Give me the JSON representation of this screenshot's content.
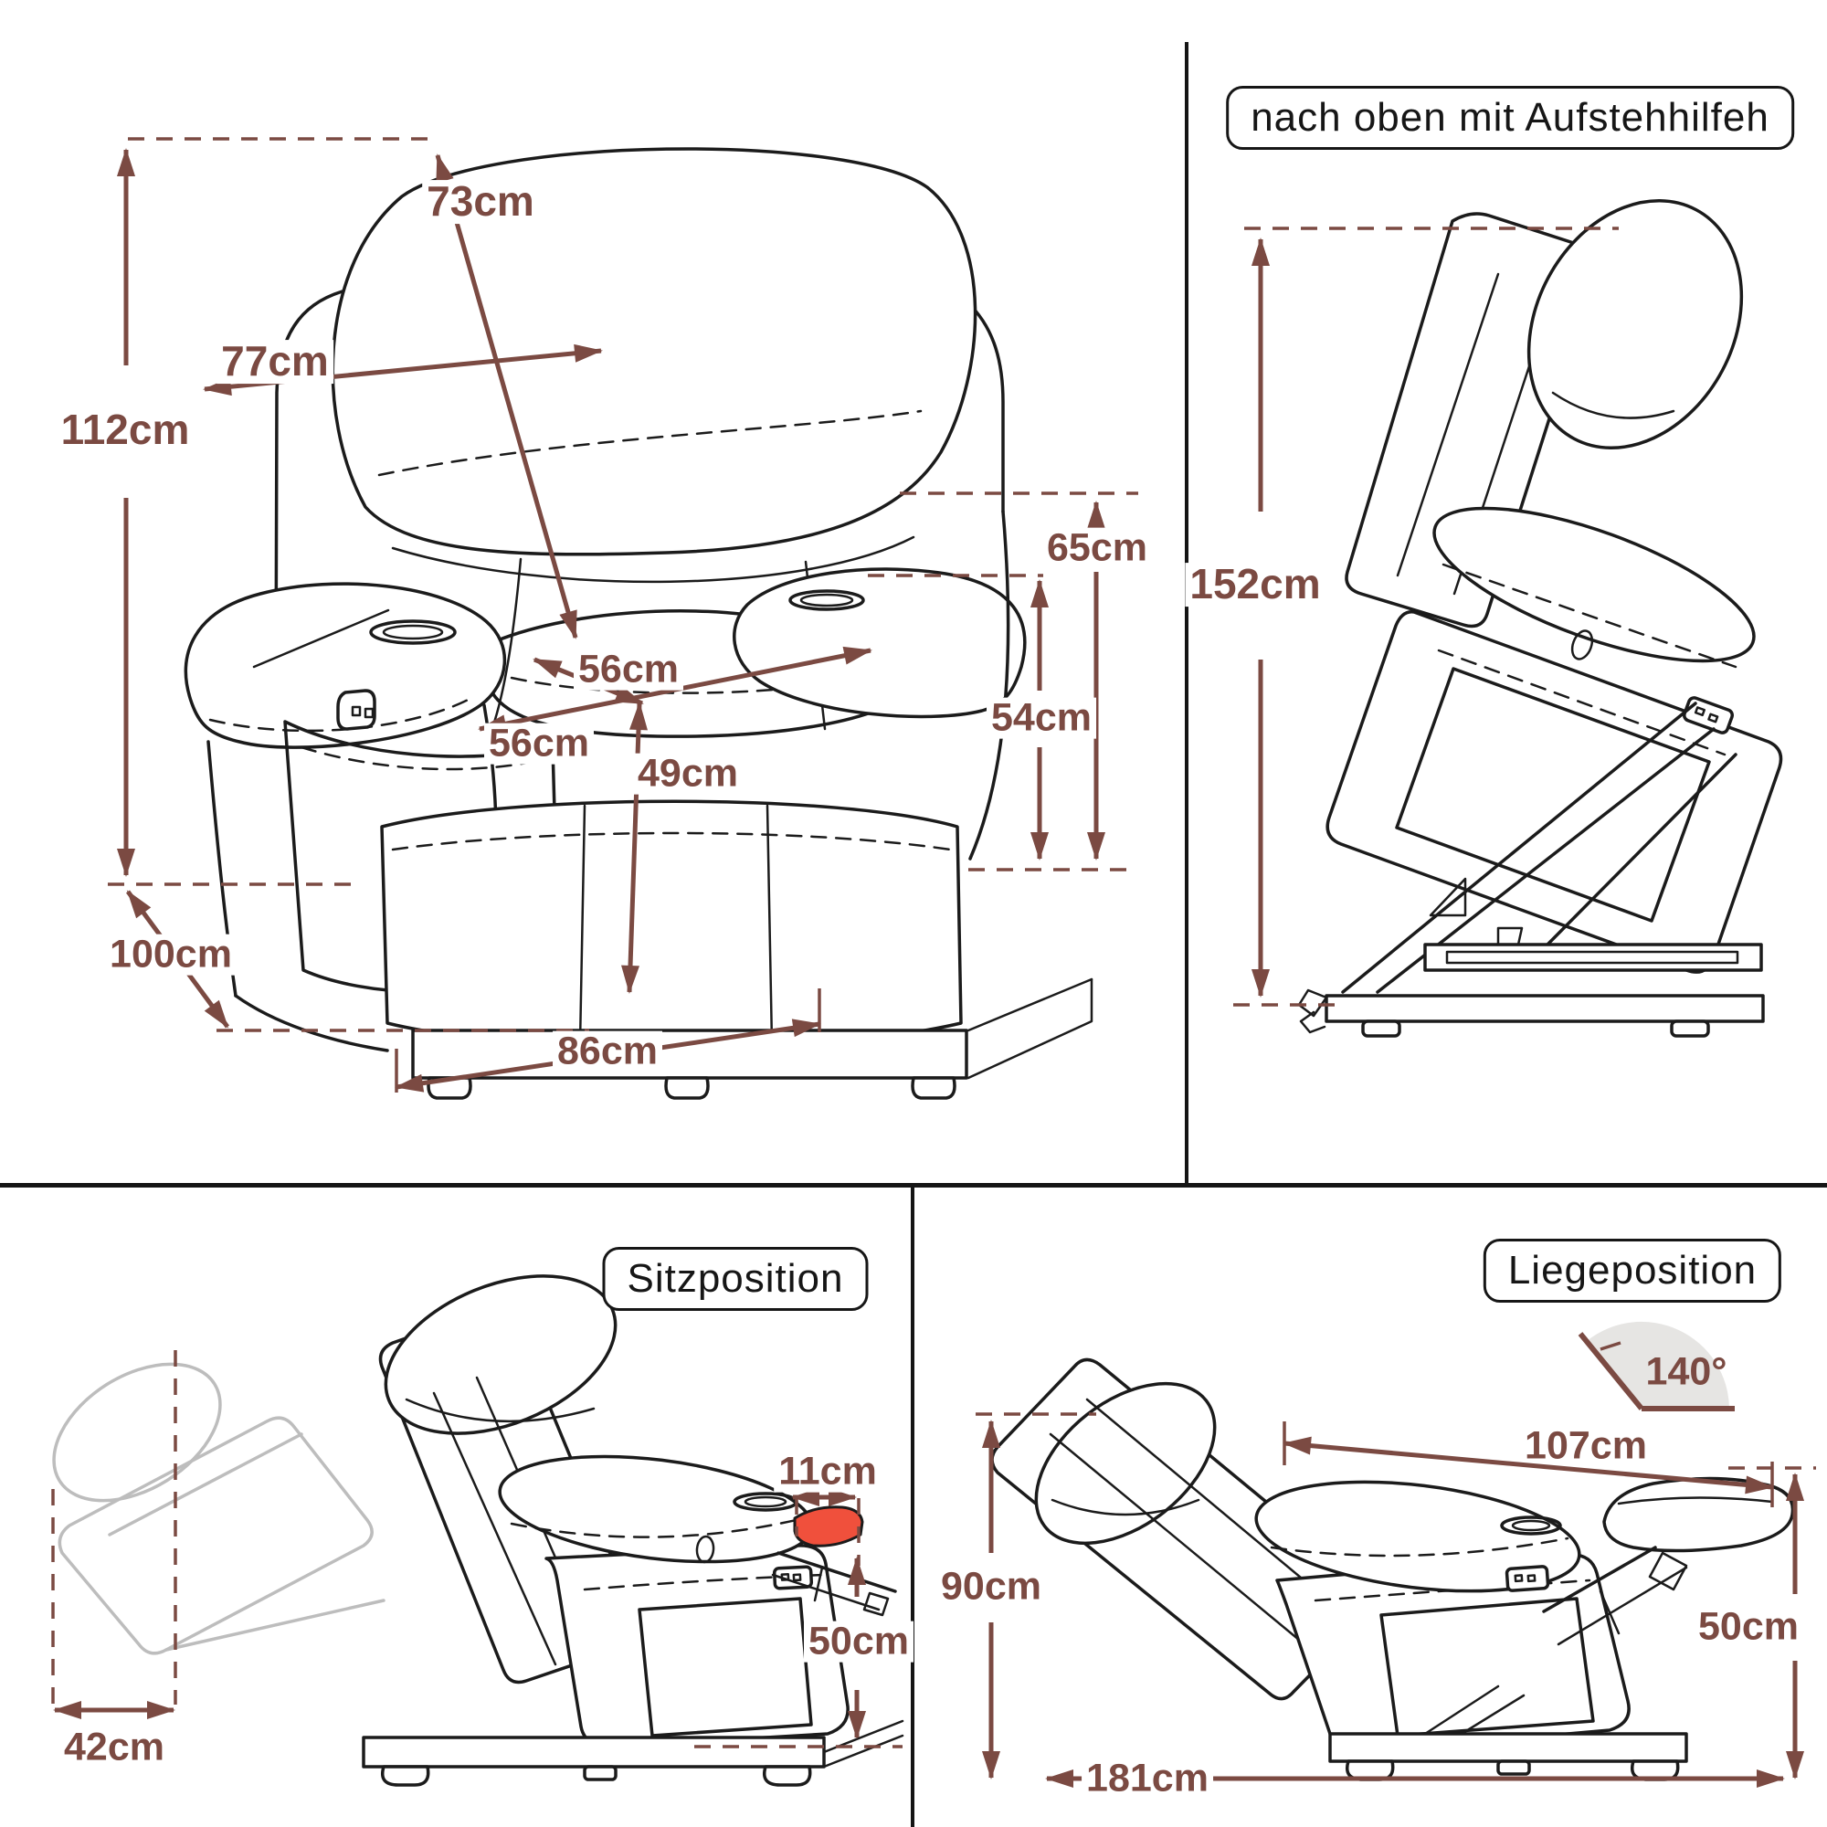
{
  "colors": {
    "dimension": "#7b4a42",
    "line_art": "#1b1b1b",
    "ghost": "#bdbdbd",
    "highlight": "#f0503c",
    "angle_fill": "#e6e5e3",
    "divider": "#151515",
    "background": "#ffffff"
  },
  "front_view": {
    "backrest_diagonal": "73cm",
    "backrest_width": "77cm",
    "height_total": "112cm",
    "armrest_height": "65cm",
    "seat_depth": "56cm",
    "seat_width": "56cm",
    "seat_height": "49cm",
    "armrest_top_height": "54cm",
    "depth_total": "100cm",
    "base_width": "86cm"
  },
  "lift_view": {
    "title": "nach oben mit Aufstehhilfeh",
    "lift_height": "152cm"
  },
  "sit_view": {
    "title": "Sitzposition",
    "footrest_protrusion": "11cm",
    "footrest_height": "50cm",
    "recline_travel": "42cm"
  },
  "recline_view": {
    "title": "Liegeposition",
    "backrest_angle": "140°",
    "lying_length": "107cm",
    "backrest_height": "90cm",
    "footrest_height": "50cm",
    "total_length": "181cm"
  }
}
